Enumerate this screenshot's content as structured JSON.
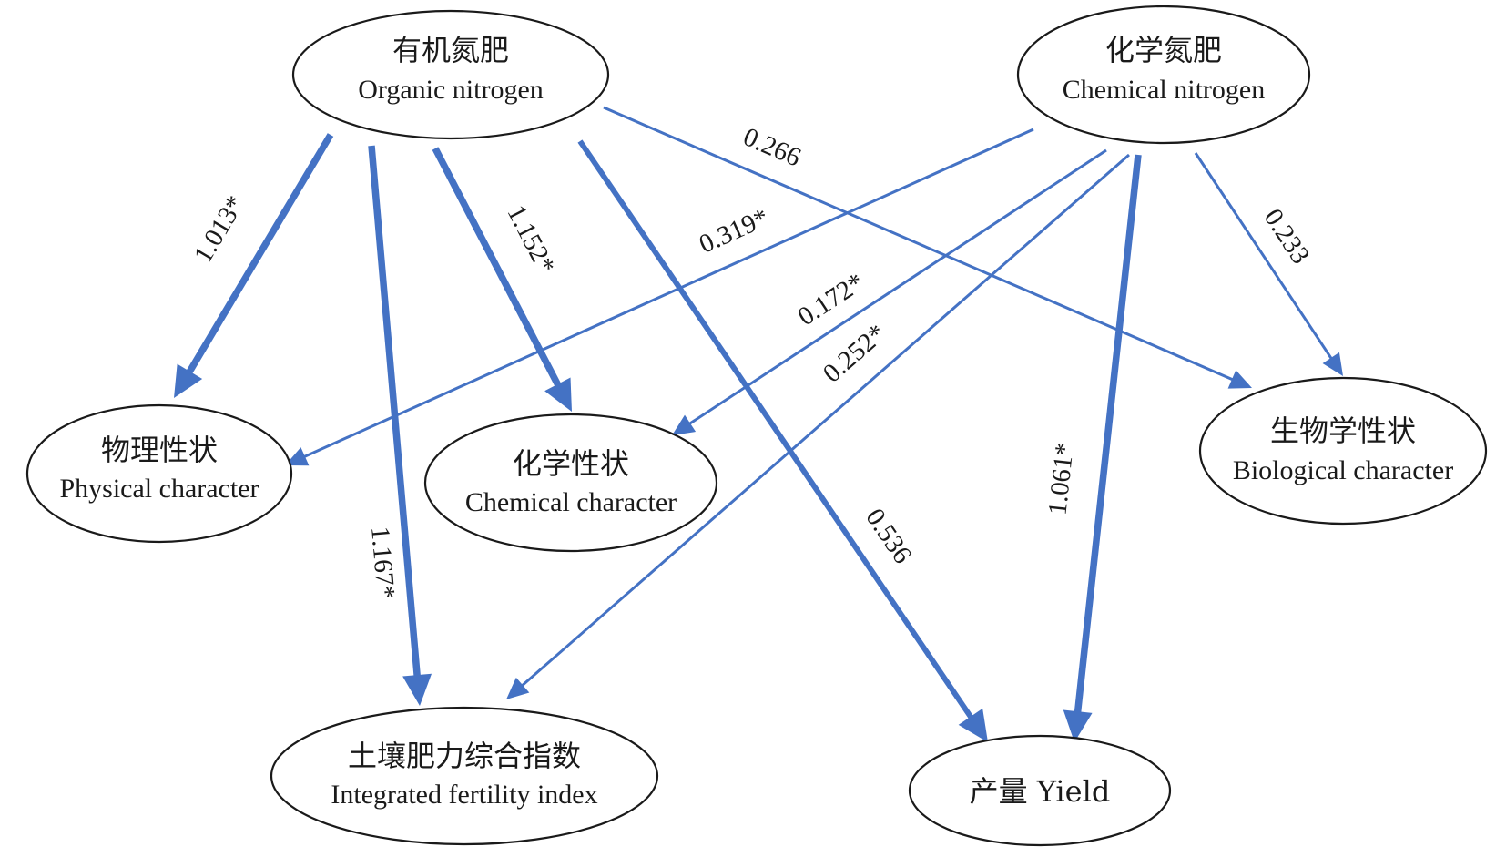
{
  "nodes": {
    "organic": {
      "zh": "有机氮肥",
      "en": "Organic nitrogen"
    },
    "chemical": {
      "zh": "化学氮肥",
      "en": "Chemical nitrogen"
    },
    "physical": {
      "zh": "物理性状",
      "en": "Physical character"
    },
    "chem_char": {
      "zh": "化学性状",
      "en": "Chemical character"
    },
    "bio_char": {
      "zh": "生物学性状",
      "en": "Biological character"
    },
    "fertility": {
      "zh": "土壤肥力综合指数",
      "en": "Integrated fertility index"
    },
    "yield": {
      "zh": "产量 Yield",
      "en": ""
    }
  },
  "edges": [
    {
      "from": "organic",
      "to": "physical",
      "coefficient": "1.013*",
      "significant": true
    },
    {
      "from": "organic",
      "to": "fertility",
      "coefficient": "1.167*",
      "significant": true
    },
    {
      "from": "organic",
      "to": "chem_char",
      "coefficient": "1.152*",
      "significant": true
    },
    {
      "from": "organic",
      "to": "yield",
      "coefficient": "0.536",
      "significant": false
    },
    {
      "from": "organic",
      "to": "bio_char",
      "coefficient": "0.266",
      "significant": false
    },
    {
      "from": "chemical",
      "to": "physical",
      "coefficient": "0.319*",
      "significant": true
    },
    {
      "from": "chemical",
      "to": "chem_char",
      "coefficient": "0.172*",
      "significant": true
    },
    {
      "from": "chemical",
      "to": "fertility",
      "coefficient": "0.252*",
      "significant": true
    },
    {
      "from": "chemical",
      "to": "yield",
      "coefficient": "1.061*",
      "significant": true
    },
    {
      "from": "chemical",
      "to": "bio_char",
      "coefficient": "0.233",
      "significant": false
    }
  ],
  "colors": {
    "edge": "#4472c4",
    "node_stroke": "#1a1a1a",
    "text": "#1a1a1a"
  }
}
